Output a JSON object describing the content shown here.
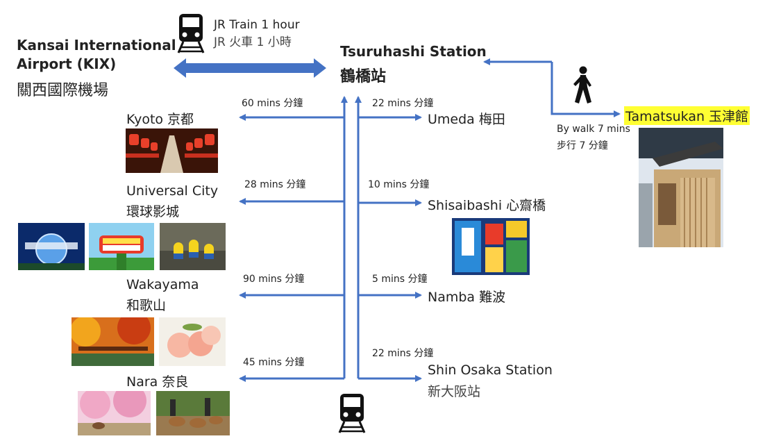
{
  "kix": {
    "line1": "Kansai International",
    "line2": "Airport (KIX)",
    "cjk": "關西國際機場"
  },
  "jr_train": {
    "en": "JR Train 1 hour",
    "cjk": "JR 火車 1 小時"
  },
  "tsuruhashi": {
    "en": "Tsuruhashi Station",
    "cjk": "鶴橋站"
  },
  "tamatsukan": {
    "label": "Tamatsukan 玉津館",
    "walk_en": "By walk 7 mins",
    "walk_cjk": "步行 7 分鐘",
    "highlight_color": "#ffff33"
  },
  "left_routes": [
    {
      "time": "60 mins 分鐘",
      "name": "Kyoto 京都",
      "name2": ""
    },
    {
      "time": "28 mins 分鐘",
      "name": "Universal City",
      "name2": "環球影城"
    },
    {
      "time": "90 mins 分鐘",
      "name": "Wakayama",
      "name2": "和歌山"
    },
    {
      "time": "45 mins 分鐘",
      "name": "Nara 奈良",
      "name2": ""
    }
  ],
  "right_routes": [
    {
      "time": "22 mins 分鐘",
      "name": "Umeda 梅田",
      "name2": ""
    },
    {
      "time": "10 mins 分鐘",
      "name": "Shisaibashi 心齋橋",
      "name2": ""
    },
    {
      "time": "5 mins 分鐘",
      "name": "Namba 難波",
      "name2": ""
    },
    {
      "time": "22 mins 分鐘",
      "name": "Shin Osaka Station",
      "name2": "新大阪站"
    }
  ],
  "icons": [
    "train-icon",
    "walking-person-icon"
  ],
  "colors": {
    "arrow": "#4472c4",
    "text": "#222222"
  }
}
